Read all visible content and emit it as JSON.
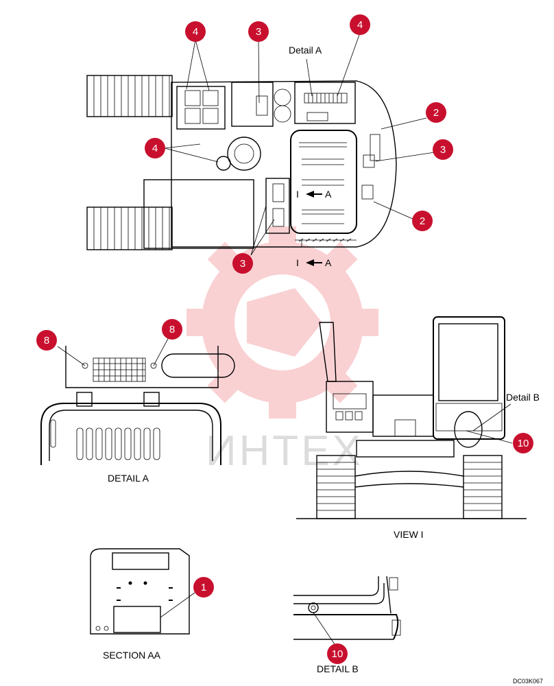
{
  "watermark": {
    "text": "ИНТЕХ",
    "color": "#e8333a"
  },
  "callout_color": "#c8102e",
  "labels": {
    "detail_a_top": "Detail A",
    "section_marker_1": "A",
    "section_marker_2": "A",
    "section_marker_roman_1": "I",
    "section_marker_roman_2": "I",
    "detail_b_label": "Detail B",
    "caption_detail_a": "DETAIL A",
    "caption_view_i": "VIEW I",
    "caption_section_aa": "SECTION AA",
    "caption_detail_b": "DETAIL B",
    "drawing_code": "DC03K067"
  },
  "callouts": {
    "c1": "4",
    "c2": "3",
    "c3": "4",
    "c4": "2",
    "c5": "3",
    "c6": "4",
    "c7": "2",
    "c8": "3",
    "c9": "8",
    "c10": "8",
    "c11": "10",
    "c12": "1",
    "c13": "10"
  }
}
